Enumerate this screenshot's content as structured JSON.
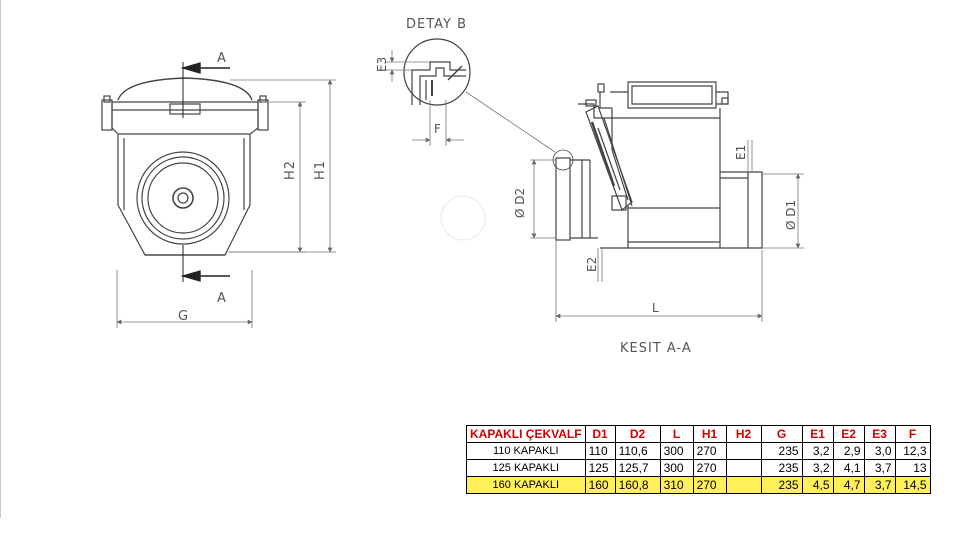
{
  "labels": {
    "detay_title": "DETAY B",
    "kesit_title": "KESIT A-A",
    "section_a_top": "A",
    "section_a_bottom": "A",
    "dim_g": "G",
    "dim_h2": "H2",
    "dim_h1": "H1",
    "dim_e3": "E3",
    "dim_f": "F",
    "dim_d2": "Ø D2",
    "dim_e2": "E2",
    "dim_e1": "E1",
    "dim_d1": "Ø D1",
    "dim_l": "L"
  },
  "table": {
    "headers": [
      "KAPAKLI ÇEKVALF",
      "D1",
      "D2",
      "L",
      "H1",
      "H2",
      "G",
      "E1",
      "E2",
      "E3",
      "F"
    ],
    "rows": [
      {
        "cells": [
          "110 KAPAKLI",
          "110",
          "110,6",
          "300",
          "270",
          "",
          "235",
          "3,2",
          "2,9",
          "3,0",
          "12,3"
        ],
        "highlight": false
      },
      {
        "cells": [
          "125 KAPAKLI",
          "125",
          "125,7",
          "300",
          "270",
          "",
          "235",
          "3,2",
          "4,1",
          "3,7",
          "13"
        ],
        "highlight": false
      },
      {
        "cells": [
          "160 KAPAKLI",
          "160",
          "160,8",
          "310",
          "270",
          "",
          "235",
          "4,5",
          "4,7",
          "3,7",
          "14,5"
        ],
        "highlight": true
      }
    ],
    "highlight_color": "#ffef5a",
    "header_color": "#d40000"
  }
}
